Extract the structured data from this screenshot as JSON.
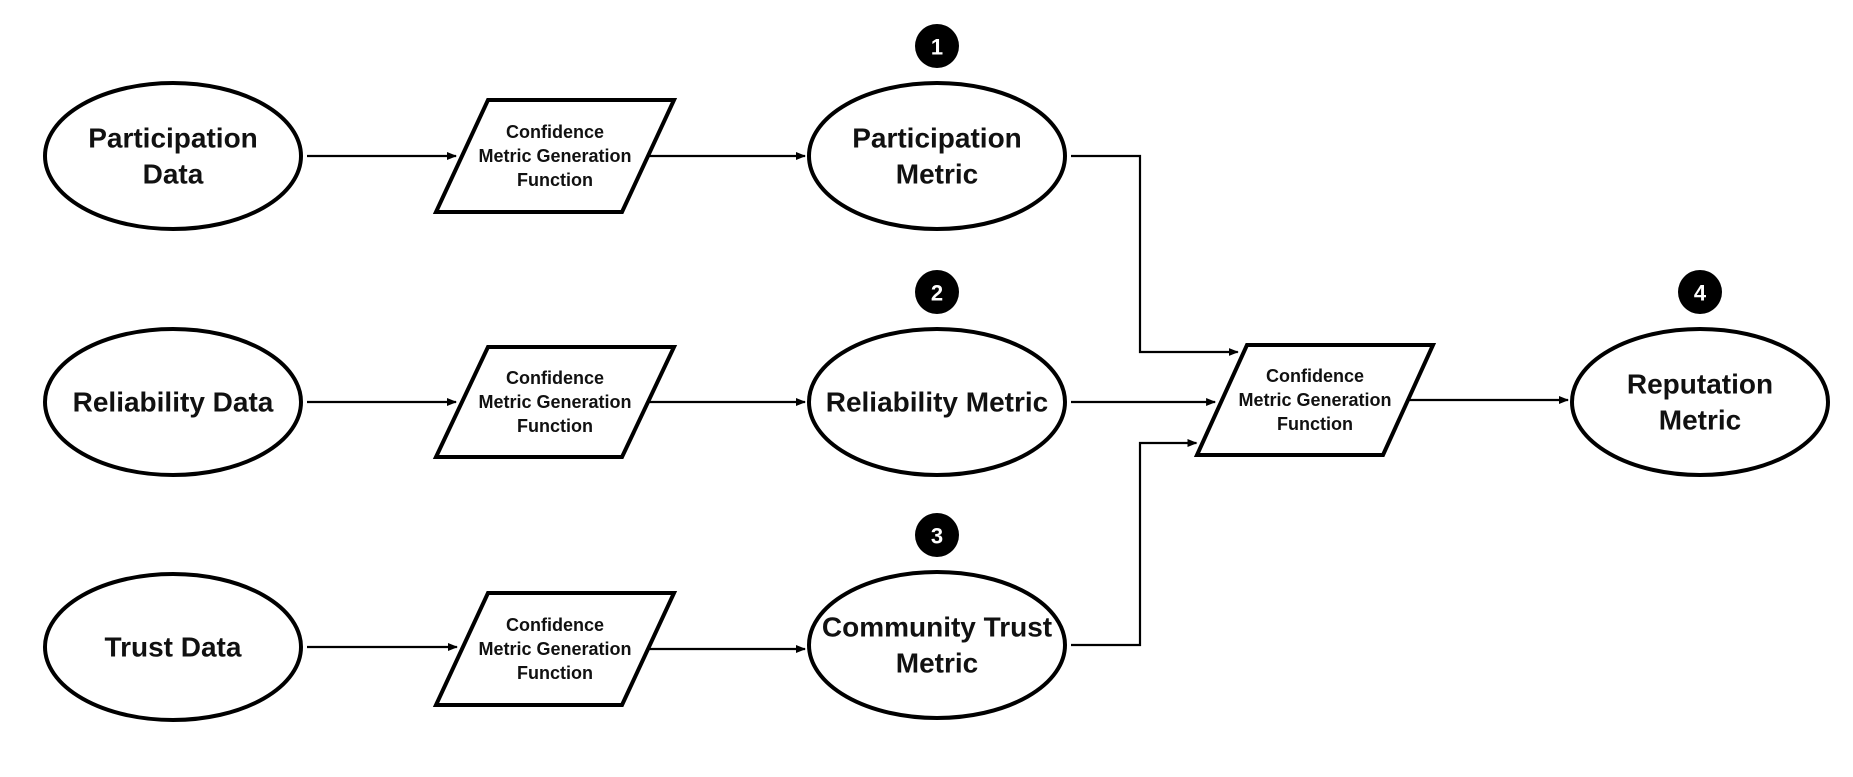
{
  "diagram": {
    "type": "flowchart",
    "colors": {
      "stroke": "#000000",
      "fill": "#ffffff",
      "badge": "#000000",
      "badge_text": "#ffffff"
    },
    "nodes": [
      {
        "id": "participation-data",
        "shape": "ellipse",
        "lines": [
          "Participation",
          "Data"
        ]
      },
      {
        "id": "reliability-data",
        "shape": "ellipse",
        "lines": [
          "Reliability Data"
        ]
      },
      {
        "id": "trust-data",
        "shape": "ellipse",
        "lines": [
          "Trust Data"
        ]
      },
      {
        "id": "cmgf-1",
        "shape": "parallelogram",
        "lines": [
          "Confidence",
          "Metric Generation",
          "Function"
        ]
      },
      {
        "id": "cmgf-2",
        "shape": "parallelogram",
        "lines": [
          "Confidence",
          "Metric Generation",
          "Function"
        ]
      },
      {
        "id": "cmgf-3",
        "shape": "parallelogram",
        "lines": [
          "Confidence",
          "Metric Generation",
          "Function"
        ]
      },
      {
        "id": "participation-metric",
        "shape": "ellipse",
        "lines": [
          "Participation",
          "Metric"
        ],
        "badge": "1"
      },
      {
        "id": "reliability-metric",
        "shape": "ellipse",
        "lines": [
          "Reliability Metric"
        ],
        "badge": "2"
      },
      {
        "id": "community-trust-metric",
        "shape": "ellipse",
        "lines": [
          "Community Trust",
          "Metric"
        ],
        "badge": "3"
      },
      {
        "id": "cmgf-merge",
        "shape": "parallelogram",
        "lines": [
          "Confidence",
          "Metric Generation",
          "Function"
        ]
      },
      {
        "id": "reputation-metric",
        "shape": "ellipse",
        "lines": [
          "Reputation",
          "Metric"
        ],
        "badge": "4"
      }
    ],
    "edges": [
      {
        "from": "participation-data",
        "to": "cmgf-1"
      },
      {
        "from": "reliability-data",
        "to": "cmgf-2"
      },
      {
        "from": "trust-data",
        "to": "cmgf-3"
      },
      {
        "from": "cmgf-1",
        "to": "participation-metric"
      },
      {
        "from": "cmgf-2",
        "to": "reliability-metric"
      },
      {
        "from": "cmgf-3",
        "to": "community-trust-metric"
      },
      {
        "from": "participation-metric",
        "to": "cmgf-merge"
      },
      {
        "from": "reliability-metric",
        "to": "cmgf-merge"
      },
      {
        "from": "community-trust-metric",
        "to": "cmgf-merge"
      },
      {
        "from": "cmgf-merge",
        "to": "reputation-metric"
      }
    ]
  }
}
